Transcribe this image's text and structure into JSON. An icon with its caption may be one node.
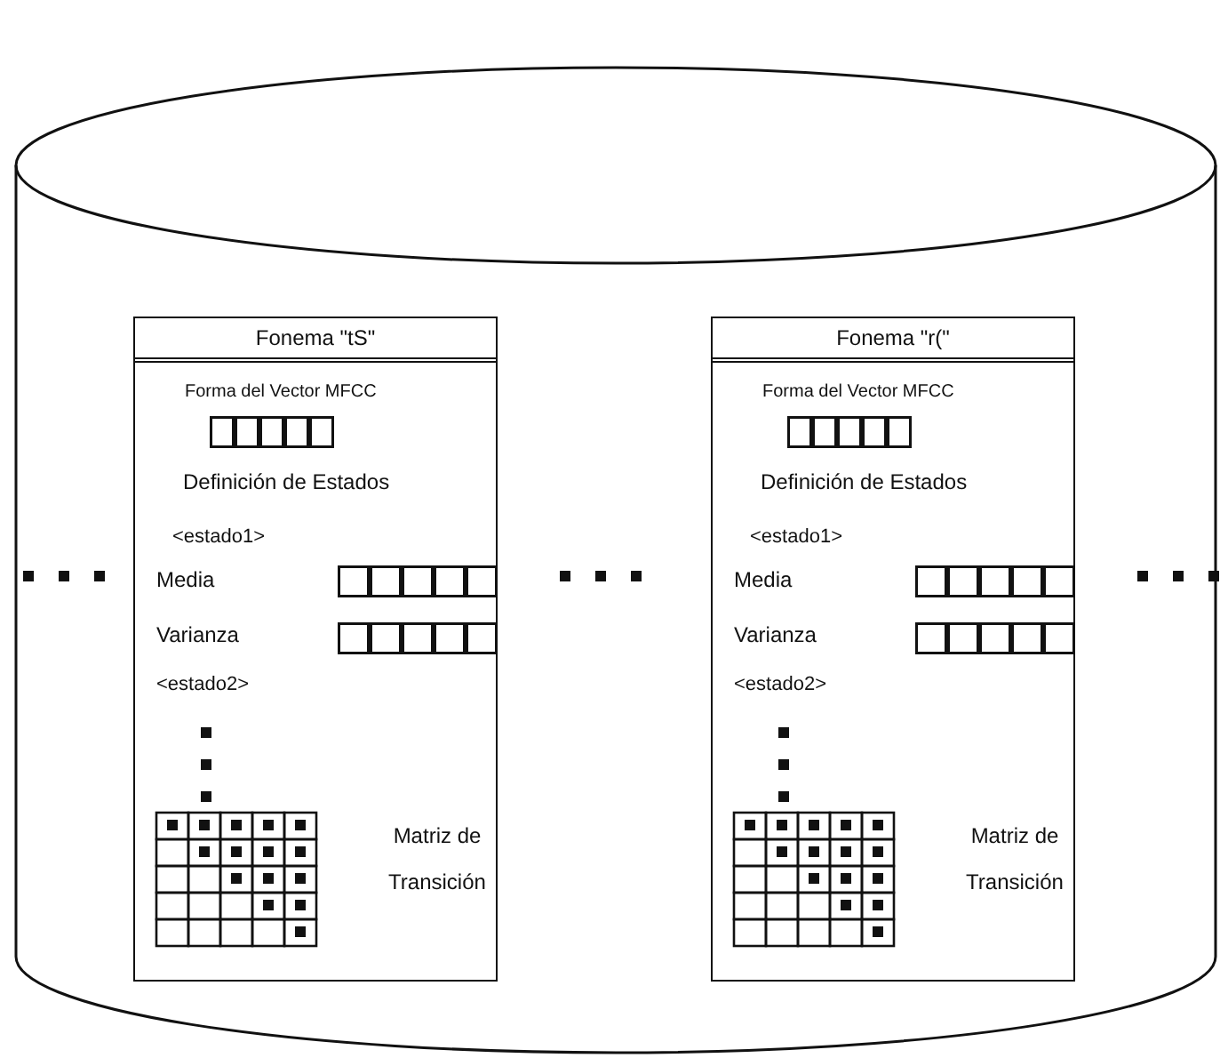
{
  "diagram": {
    "nodes": [
      {
        "text": [],
        "shape": "cylinder"
      },
      {
        "text": [
          "Fonema \"tS\"",
          "Forma del Vector MFCC",
          "Definición de Estados",
          "<estado1>",
          "Media",
          "Varianza",
          "<estado2>",
          "Matriz de Transición"
        ],
        "in": 0
      },
      {
        "text": [
          "Fonema \"r(\"",
          "Forma del Vector MFCC",
          "Definición de Estados",
          "<estado1>",
          "Media",
          "Varianza",
          "<estado2>",
          "Matriz de Transición"
        ],
        "in": 0
      }
    ]
  }
}
